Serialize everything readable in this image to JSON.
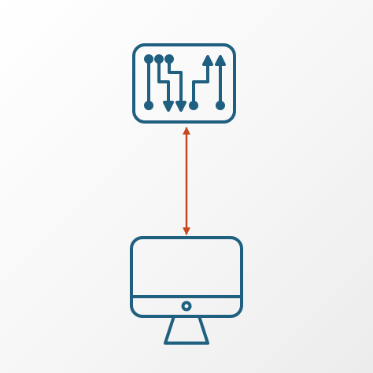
{
  "diagram": {
    "nodes": [
      {
        "id": "switch",
        "icon": "network-switch-icon"
      },
      {
        "id": "computer",
        "icon": "desktop-monitor-icon"
      }
    ],
    "connections": [
      {
        "from": "switch",
        "to": "computer",
        "style": "bidirectional-arrow"
      }
    ]
  },
  "colors": {
    "background": "#f3f3f3",
    "icon_stroke": "#1f5f80",
    "connector": "#c4481d"
  }
}
